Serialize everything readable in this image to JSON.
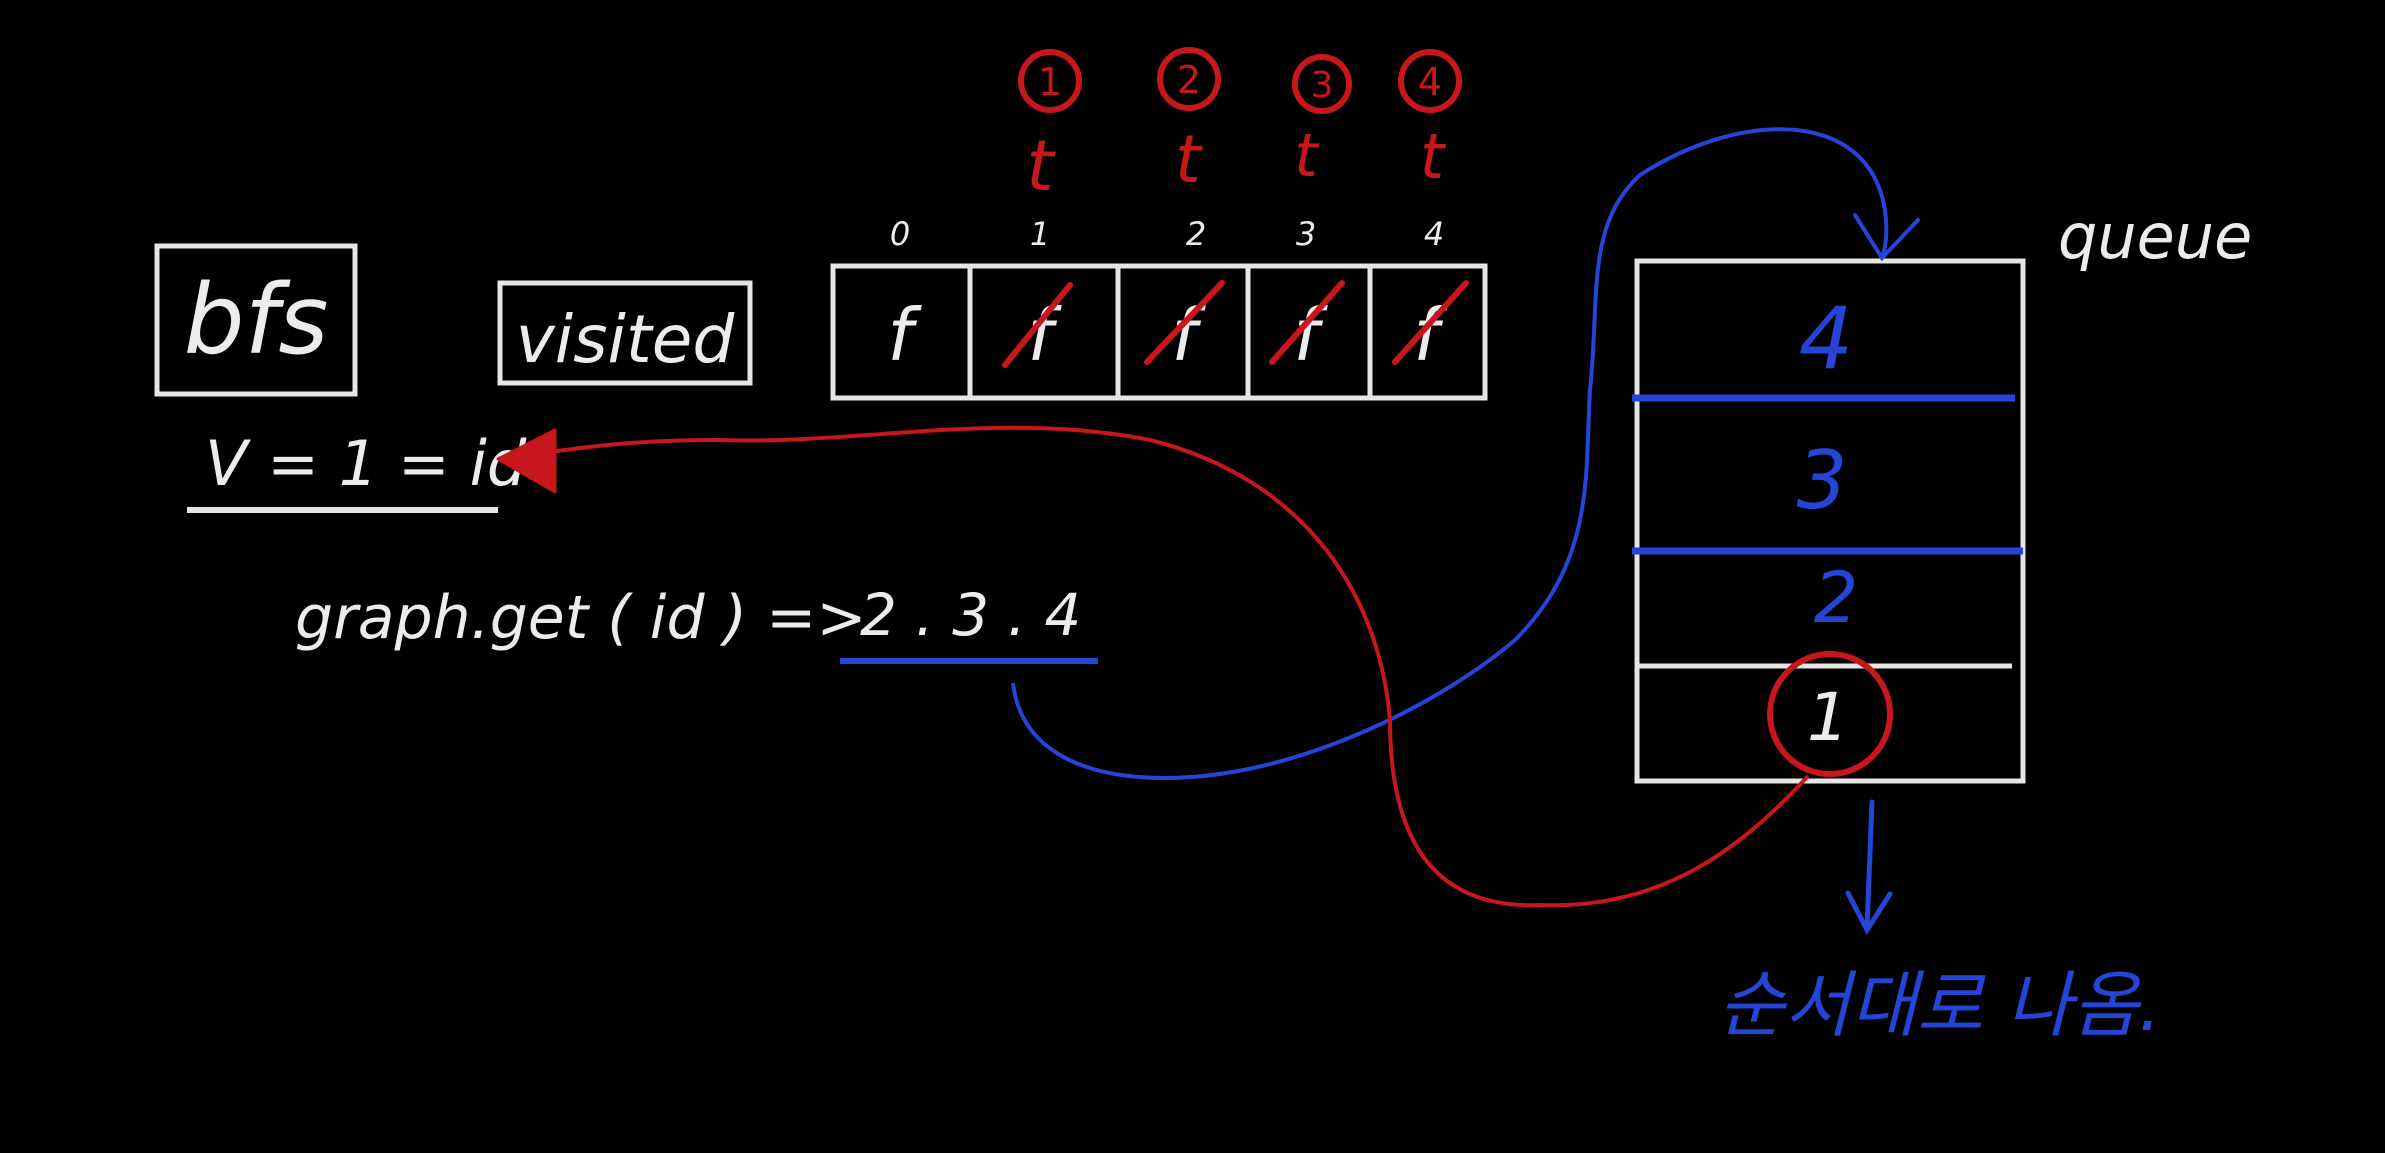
{
  "colors": {
    "background": "#000000",
    "chalk": "#ececec",
    "red": "#c8161d",
    "blue": "#2445d6"
  },
  "bfs_label": "bfs",
  "visited_label": "visited",
  "vertex_line": "V = 1 = id",
  "graph_call": "graph.get ( id ) =>",
  "neighbors": "2 . 3 . 4",
  "visited_array": {
    "indices": [
      "0",
      "1",
      "2",
      "3",
      "4"
    ],
    "values": [
      "f",
      "f",
      "f",
      "f",
      "f"
    ],
    "crossed": [
      false,
      true,
      true,
      true,
      true
    ],
    "marks": [
      "",
      "t",
      "t",
      "t",
      "t"
    ],
    "order": [
      "",
      "1",
      "2",
      "3",
      "4"
    ]
  },
  "queue": {
    "title": "queue",
    "items_top_to_bottom": [
      "4",
      "3",
      "2",
      "1"
    ],
    "circled_item": "1"
  },
  "bottom_note": "순서대로 나옴."
}
